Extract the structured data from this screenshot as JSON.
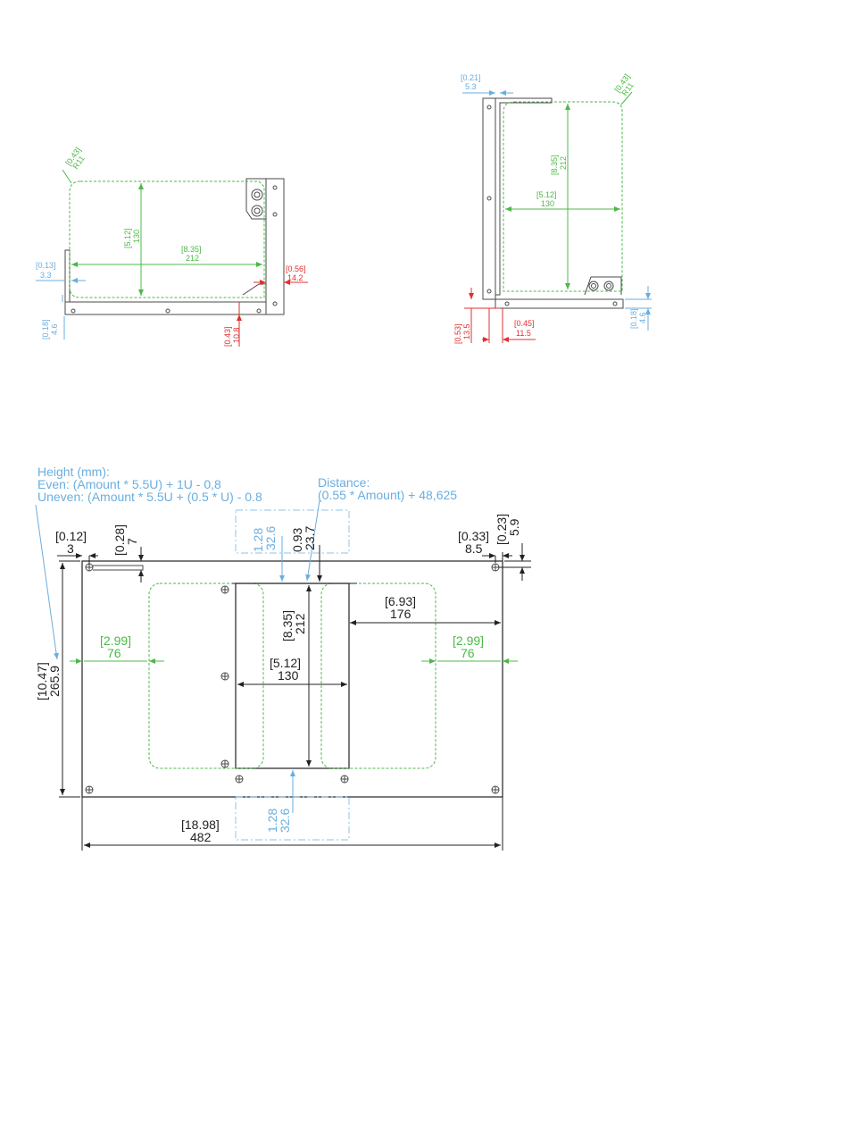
{
  "side_view_left": {
    "radius": {
      "in": "[0.43]",
      "mm": "R11"
    },
    "height": {
      "in": "[5.12]",
      "mm": "130"
    },
    "depth": {
      "in": "[8.35]",
      "mm": "212"
    },
    "left_gap": {
      "in": "[0.13]",
      "mm": "3.3"
    },
    "right_gap": {
      "in": "[0.56]",
      "mm": "14.2"
    },
    "bottom_left": {
      "in": "[0.18]",
      "mm": "4.6"
    },
    "bottom_right": {
      "in": "[0.43]",
      "mm": "10.8"
    }
  },
  "side_view_right": {
    "top_gap": {
      "in": "[0.21]",
      "mm": "5.3"
    },
    "radius": {
      "in": "[0.43]",
      "mm": "R11"
    },
    "depth": {
      "in": "[8.35]",
      "mm": "212"
    },
    "width": {
      "in": "[5.12]",
      "mm": "130"
    },
    "bottom_left": {
      "in": "[0.53]",
      "mm": "13.5"
    },
    "bottom_mid": {
      "in": "[0.45]",
      "mm": "11.5"
    },
    "bottom_right": {
      "in": "[0.18]",
      "mm": "4.6"
    }
  },
  "front_view": {
    "height_note": {
      "line1": "Height (mm):",
      "line2": "Even: (Amount * 5.5U) + 1U - 0,8",
      "line3": "Uneven: (Amount * 5.5U + (0.5 * U) - 0.8"
    },
    "distance_note": {
      "line1": "Distance:",
      "line2": "(0.55 * Amount) + 48,625"
    },
    "d_0_12": {
      "in": "[0.12]",
      "mm": "3"
    },
    "d_0_28": {
      "in": "[0.28]",
      "mm": "7"
    },
    "d_top_1_28": {
      "in": "1.28",
      "mm": "32.6"
    },
    "d_0_93": {
      "in": "0.93",
      "mm": "23.7"
    },
    "d_0_33": {
      "in": "[0.33]",
      "mm": "8.5"
    },
    "d_0_23": {
      "in": "[0.23]",
      "mm": "5.9"
    },
    "d_6_93": {
      "in": "[6.93]",
      "mm": "176"
    },
    "d_8_35": {
      "in": "[8.35]",
      "mm": "212"
    },
    "d_left_2_99": {
      "in": "[2.99]",
      "mm": "76"
    },
    "d_right_2_99": {
      "in": "[2.99]",
      "mm": "76"
    },
    "d_5_12": {
      "in": "[5.12]",
      "mm": "130"
    },
    "d_10_47": {
      "in": "[10.47]",
      "mm": "265.9"
    },
    "d_bottom_1_28": {
      "in": "1.28",
      "mm": "32.6"
    },
    "d_18_98": {
      "in": "[18.98]",
      "mm": "482"
    }
  },
  "colors": {
    "green": "#4cb848",
    "blue": "#6aaee0",
    "red": "#e03030",
    "line": "#4a4a4a"
  }
}
